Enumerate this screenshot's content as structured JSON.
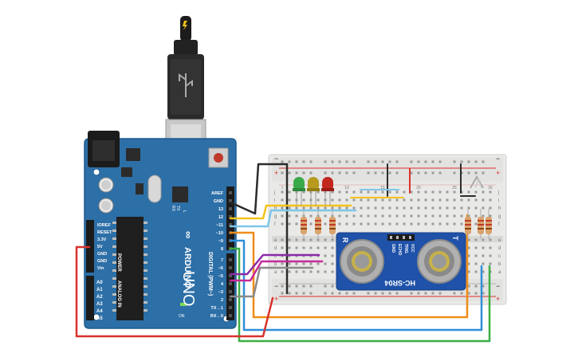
{
  "arduino": {
    "brand": "ARDUINO",
    "model": "UNO",
    "logo_text": "∞",
    "power_pins": [
      "IOREF",
      "RESET",
      "3.3V",
      "5V",
      "GND",
      "GND",
      "Vin"
    ],
    "power_header": "POWER",
    "analog_pins": [
      "A0",
      "A1",
      "A2",
      "A3",
      "A4",
      "A5"
    ],
    "analog_header": "ANALOG IN",
    "digital_top": [
      "AREF",
      "GND",
      "13",
      "12",
      "~11",
      "~10",
      "~9",
      "8"
    ],
    "digital_bottom": [
      "7",
      "~6",
      "~5",
      "4",
      "~3",
      "2",
      "TX→1",
      "RX←0"
    ],
    "digital_header": "DIGITAL (PWM~)",
    "led_labels": [
      "L",
      "TX",
      "RX"
    ],
    "on_label": "ON"
  },
  "sensor": {
    "model": "HC-SR04",
    "left_letter": "R",
    "right_letter": "T",
    "pins": [
      "GND",
      "ECHO",
      "TRIG",
      "VCC"
    ]
  },
  "breadboard": {
    "plus_sign": "+",
    "minus_sign": "−",
    "column_numbers": [
      "1",
      "5",
      "10",
      "15",
      "20",
      "25",
      "30"
    ],
    "row_letters_top": [
      "j",
      "i",
      "h",
      "g",
      "f"
    ],
    "row_letters_bottom": [
      "e",
      "d",
      "c",
      "b",
      "a"
    ]
  },
  "colors": {
    "board": "#2d6fa7",
    "breadboard": "#e9e9e7",
    "wire_black": "#2b2b2b",
    "wire_yellow": "#f2c318",
    "wire_lightblue": "#7fc6e8",
    "wire_orange": "#f08c18",
    "wire_blue": "#2f8fd8",
    "wire_green": "#3cae45",
    "wire_purple": "#8a2aa8",
    "wire_magenta": "#c62a9a",
    "wire_gray": "#8a8a8a",
    "wire_red": "#d9312c",
    "led_green": "#3aa94a",
    "led_yellow": "#b79a1e",
    "led_red": "#c1261f",
    "sensor_board": "#1f52a8"
  }
}
